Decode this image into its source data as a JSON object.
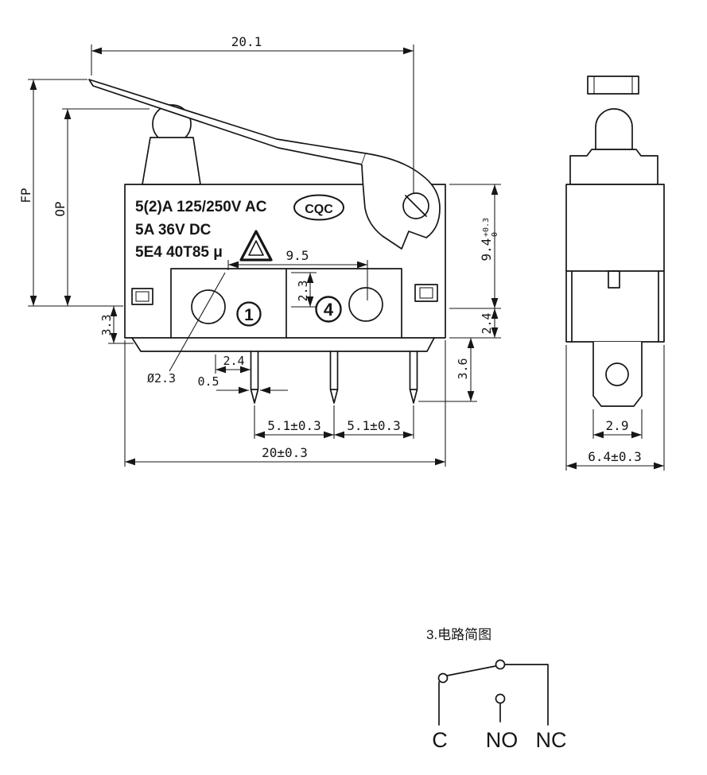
{
  "front_view": {
    "markings": {
      "rating_ac": "5(2)A  125/250V AC",
      "rating_dc": "5A  36V DC",
      "rating_code": "5E4  40T85  μ",
      "cqc": "CQC",
      "terminal_1": "1",
      "terminal_4": "4"
    },
    "dimensions": {
      "lever_length": "20.1",
      "free_position": "FP",
      "operating_position": "OP",
      "hole_span": "9.5",
      "hole_offset": "2.3",
      "body_height": "9.4",
      "body_height_tol_upper": "+0.3",
      "body_height_tol_lower": "0",
      "base_lip": "2.4",
      "bottom_step": "3.3",
      "pin_exposed": "3.6",
      "hole_diameter": "Ø2.3",
      "pin_thickness": "0.5",
      "pin_inset": "2.4",
      "pin_pitch_left": "5.1±0.3",
      "pin_pitch_right": "5.1±0.3",
      "overall_width": "20±0.3"
    }
  },
  "side_view": {
    "dimensions": {
      "tab_width": "2.9",
      "overall_depth": "6.4±0.3"
    }
  },
  "circuit_diagram": {
    "caption": "3.电路简图",
    "terminal_c": "C",
    "terminal_no": "NO",
    "terminal_nc": "NC"
  }
}
